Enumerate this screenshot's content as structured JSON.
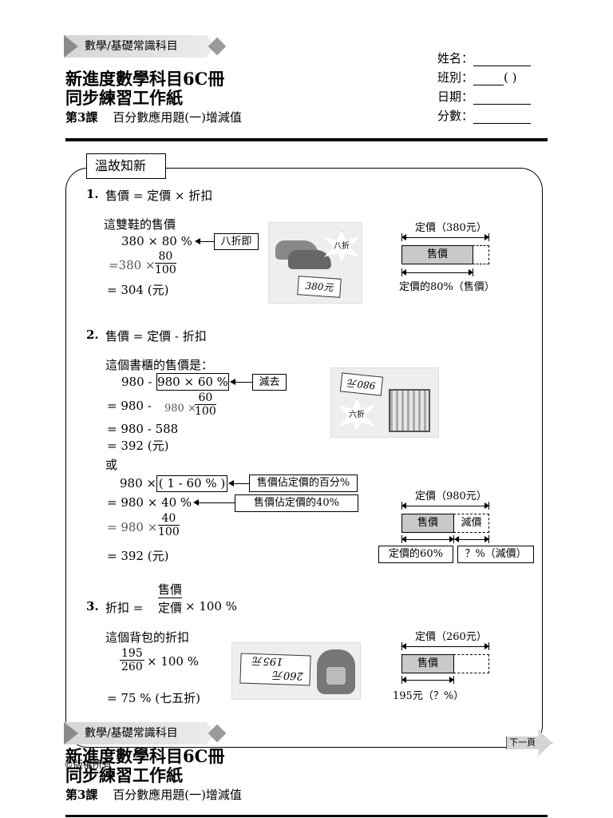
{
  "header": {
    "tag": "數學/基礎常識科目",
    "title_line1": "新進度數學科目6C冊",
    "title_line2": "同步練習工作紙",
    "unit_num": "第3課",
    "unit_title": "百分數應用題(一)增減值",
    "fields": {
      "name": "姓名：",
      "class": "班別：",
      "class_paren": "(    )",
      "date": "日期：",
      "score": "分數："
    }
  },
  "section_label": "溫故知新",
  "q1": {
    "num": "1.",
    "formula": "售價 = 定價 × 折扣",
    "caption": "這雙鞋的售價",
    "line1": "380 × 80 %",
    "box": "八折即",
    "frac_prefix": "=380 ×",
    "frac_num": "80",
    "frac_den": "100",
    "result": "= 304 (元)",
    "pic_price": "380元",
    "pic_star": "八折",
    "bar_top": "定價（380元）",
    "bar_fill": "售價",
    "bar_bottom": "定價的80%（售價）"
  },
  "q2": {
    "num": "2.",
    "formula": "售價 = 定價 - 折扣",
    "caption": "這個書櫃的售價是：",
    "line1_a": "980 -",
    "line1_box": "980 × 60 %",
    "box_note": "減去",
    "line2_prefix": "= 980 -",
    "frac_prefix2": "980 ×",
    "frac_num": "60",
    "frac_den": "100",
    "line3": "= 980 - 588",
    "line4": "= 392 (元)",
    "or": "或",
    "alt1_a": "980 ×",
    "alt1_box": "( 1 - 60 % )",
    "alt_note1": "售價佔定價的百分%",
    "alt2": "= 980 × 40 %",
    "alt_note2": "售價佔定價的40%",
    "frac_prefix3": "= 980 ×",
    "frac3_num": "40",
    "frac3_den": "100",
    "alt_result": "= 392 (元)",
    "pic_price": "980元",
    "pic_star": "六折",
    "bar_top": "定價（980元）",
    "bar_fill": "售價",
    "bar_dash": "減價",
    "bar_bottom_left": "定價的60%",
    "bar_bottom_right": "？%（減價）"
  },
  "q3": {
    "num": "3.",
    "formula_lhs": "折扣 =",
    "formula_num": "售價",
    "formula_den": "定價",
    "formula_rhs": "× 100 %",
    "caption": "這個背包的折扣",
    "frac_num": "195",
    "frac_den": "260",
    "frac_tail": "× 100 %",
    "result": "= 75 % (七五折)",
    "pic_price1": "260元",
    "pic_price2": "195元",
    "bar_top": "定價（260元）",
    "bar_fill": "售價",
    "bar_bottom": "195元（？%）"
  },
  "footer": {
    "tag": "數學/基礎常識科目",
    "title_line1": "新進度數學科目6C冊",
    "title_line2": "同步練習工作紙",
    "unit_num": "第3課",
    "unit_title": "百分數應用題(一)增減值",
    "copyright": "©版權所有",
    "next": "下一頁"
  }
}
